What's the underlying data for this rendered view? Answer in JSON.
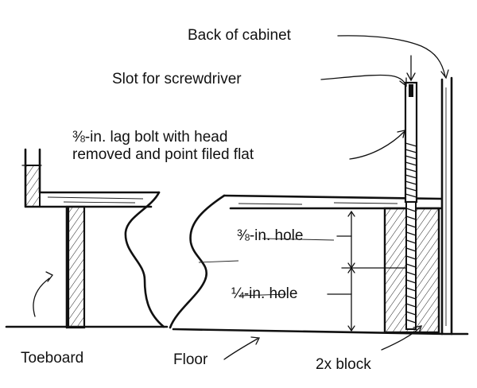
{
  "labels": {
    "back_of_cabinet": "Back of cabinet",
    "slot": "Slot for screwdriver",
    "lag_bolt_line1": "⅜-in. lag bolt with head",
    "lag_bolt_line2": "removed and point filed flat",
    "hole_38": "⅜-in. hole",
    "hole_14": "¼-in. hole",
    "toeboard": "Toeboard",
    "floor": "Floor",
    "block": "2x block"
  }
}
